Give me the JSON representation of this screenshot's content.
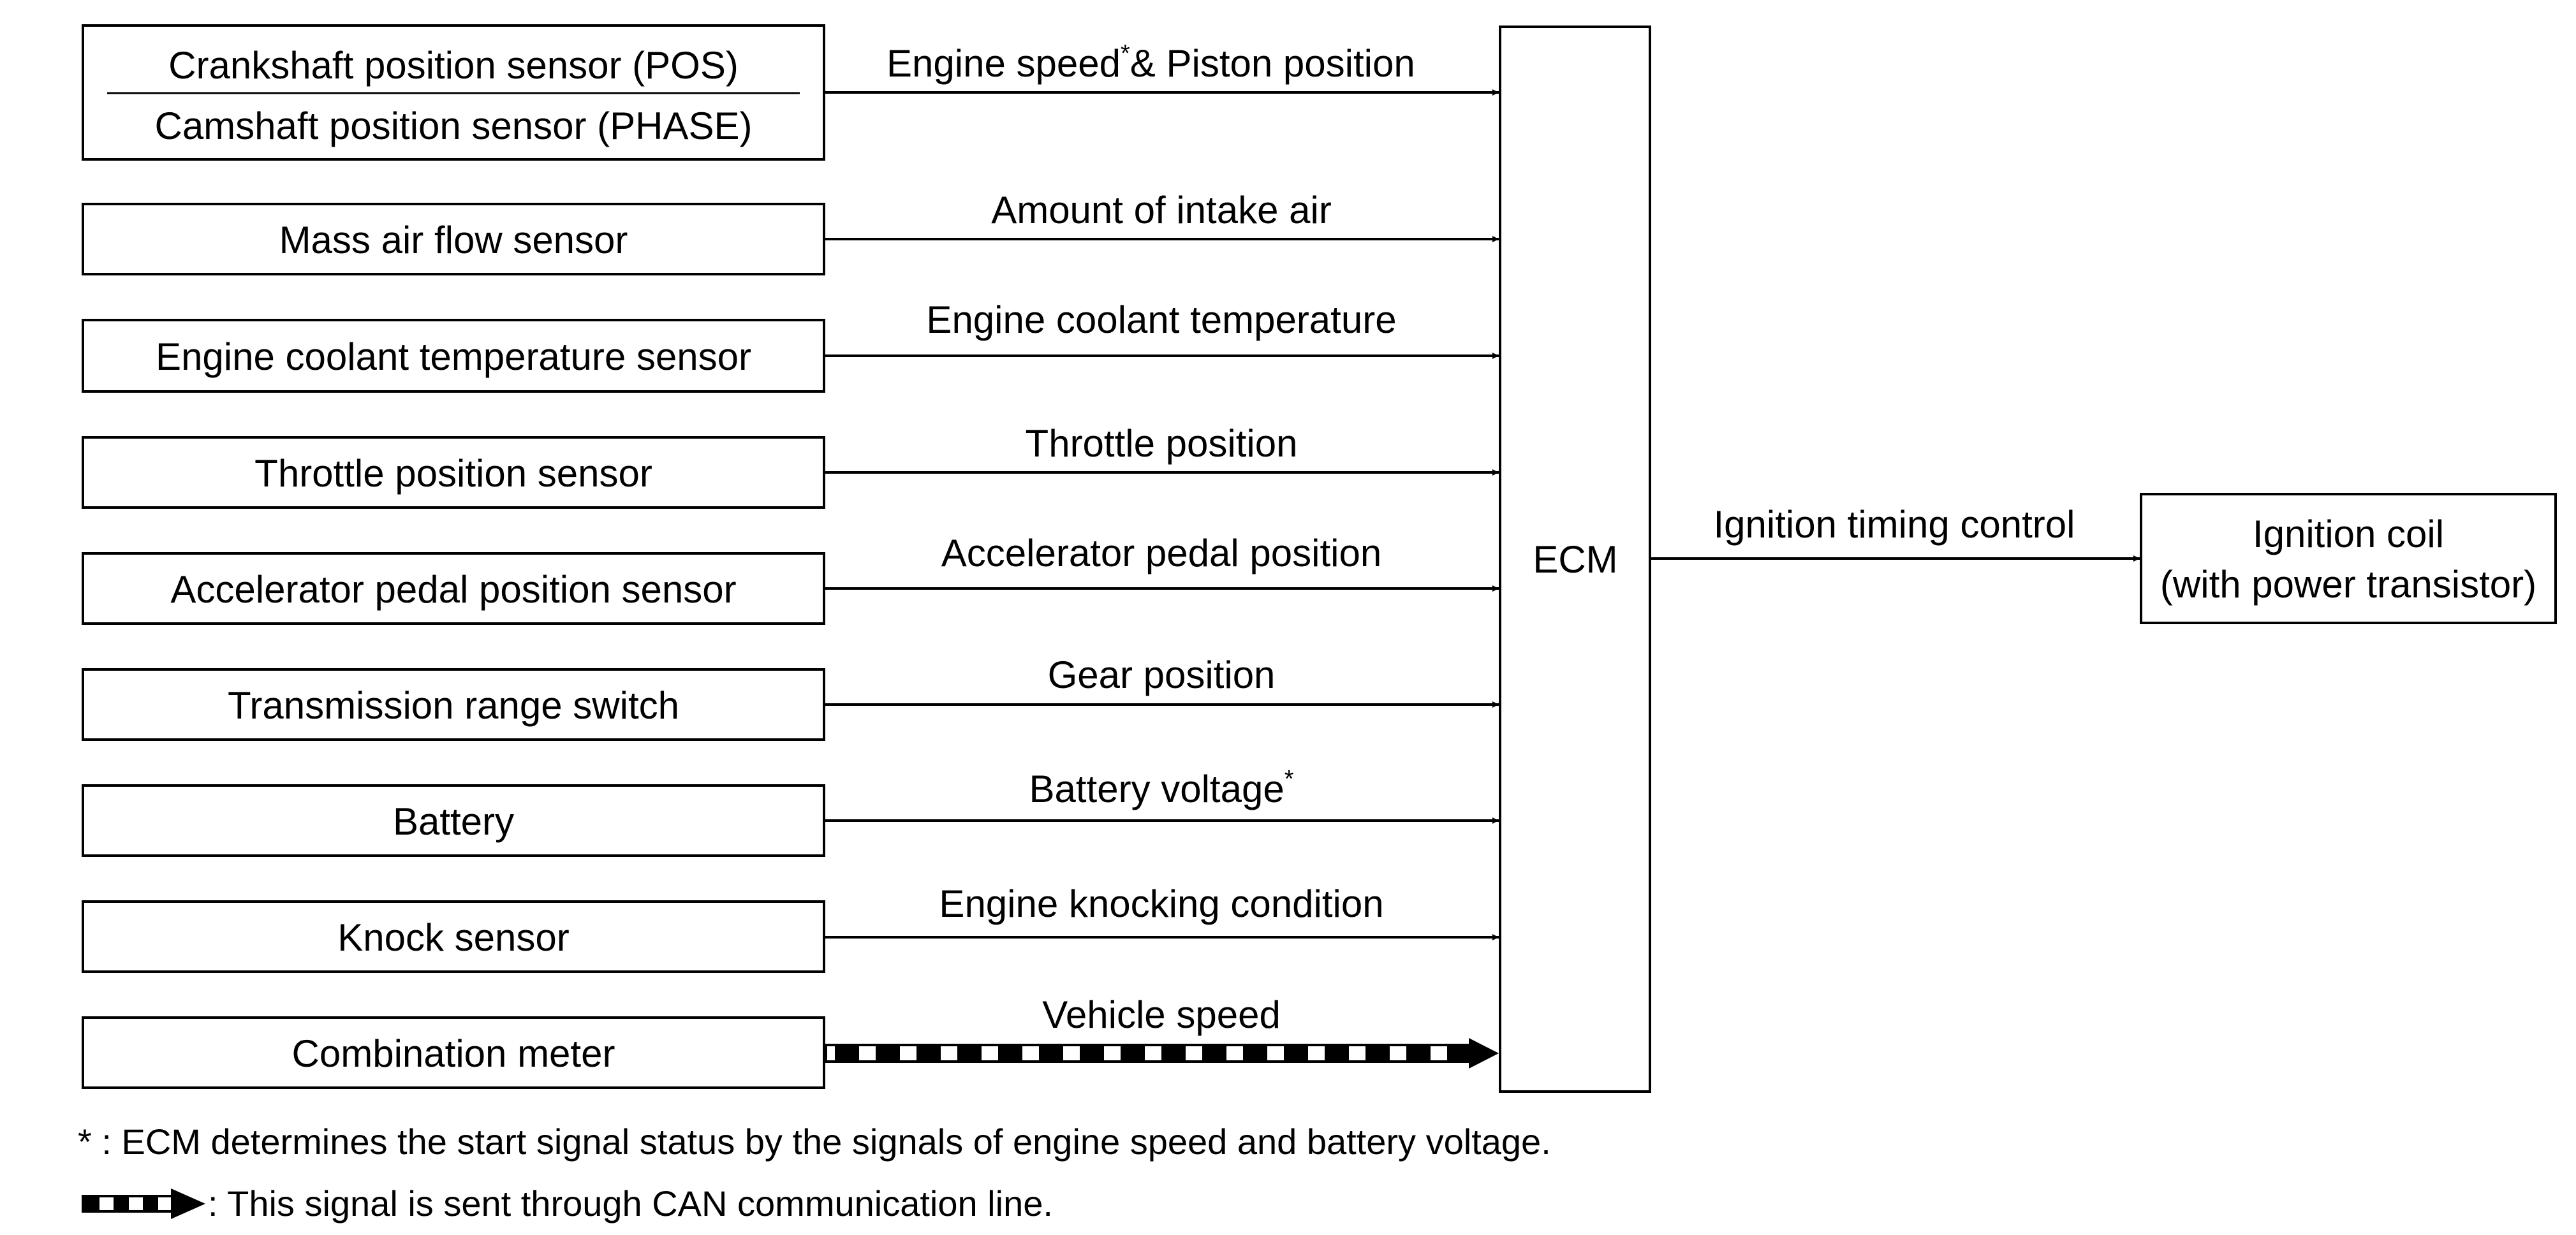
{
  "sensors": [
    {
      "name": "Crankshaft position sensor (POS)",
      "name2": "Camshaft position sensor (PHASE)",
      "signal": "Engine speed",
      "sup": "*",
      "signal_tail": "& Piston position"
    },
    {
      "name": "Mass air flow sensor",
      "signal": "Amount of intake air"
    },
    {
      "name": "Engine coolant temperature sensor",
      "signal": "Engine coolant temperature"
    },
    {
      "name": "Throttle position sensor",
      "signal": "Throttle position"
    },
    {
      "name": "Accelerator pedal position sensor",
      "signal": "Accelerator pedal position"
    },
    {
      "name": "Transmission range switch",
      "signal": "Gear position"
    },
    {
      "name": "Battery",
      "signal": "Battery voltage",
      "sup": "*"
    },
    {
      "name": "Knock sensor",
      "signal": "Engine knocking condition"
    },
    {
      "name": "Combination meter",
      "signal": "Vehicle speed",
      "line_style": "can"
    }
  ],
  "ecm": {
    "label": "ECM"
  },
  "output": {
    "signal": "Ignition timing control",
    "target_line1": "Ignition coil",
    "target_line2": "(with power transistor)"
  },
  "notes": {
    "star_note": "* : ECM determines the start signal status by the signals of engine speed and battery voltage.",
    "can_note": ": This signal is sent through CAN communication line."
  }
}
